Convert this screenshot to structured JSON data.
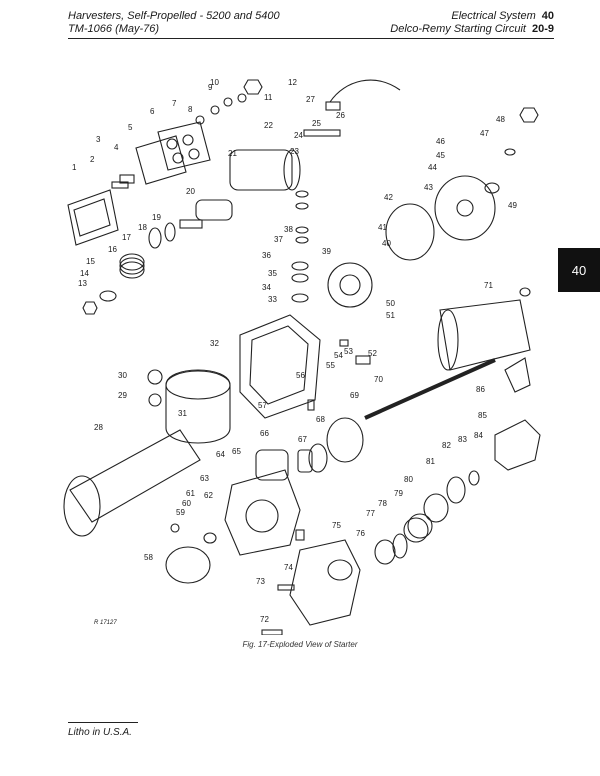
{
  "header": {
    "title_left": "Harvesters, Self-Propelled  -  5200 and 5400",
    "manual_left": "TM-1066   (May-76)",
    "section_title": "Electrical System",
    "section_number": "40",
    "subsection_title": "Delco-Remy Starting Circuit",
    "page_number": "20-9"
  },
  "side_tab": {
    "label": "40"
  },
  "figure": {
    "art_code": "R 17127",
    "caption": "Fig. 17-Exploded View of Starter",
    "callouts": [
      "1",
      "2",
      "3",
      "4",
      "5",
      "6",
      "7",
      "8",
      "9",
      "10",
      "11",
      "12",
      "13",
      "14",
      "15",
      "16",
      "17",
      "18",
      "19",
      "20",
      "21",
      "22",
      "23",
      "24",
      "25",
      "26",
      "27",
      "28",
      "29",
      "30",
      "31",
      "32",
      "33",
      "34",
      "35",
      "36",
      "37",
      "38",
      "39",
      "40",
      "41",
      "42",
      "43",
      "44",
      "45",
      "46",
      "47",
      "48",
      "49",
      "50",
      "51",
      "52",
      "53",
      "54",
      "55",
      "56",
      "57",
      "58",
      "59",
      "60",
      "61",
      "62",
      "63",
      "64",
      "65",
      "66",
      "67",
      "68",
      "69",
      "70",
      "71",
      "72",
      "73",
      "74",
      "75",
      "76",
      "77",
      "78",
      "79",
      "80",
      "81",
      "82",
      "83",
      "84",
      "85",
      "86"
    ]
  },
  "footer": {
    "text": "Litho in U.S.A."
  }
}
